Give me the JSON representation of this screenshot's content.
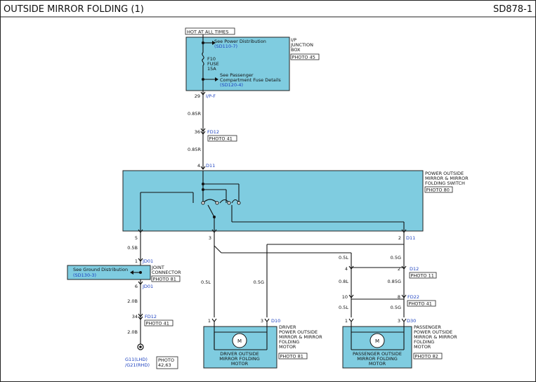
{
  "header": {
    "title": "OUTSIDE MIRROR FOLDING (1)",
    "code": "SD878-1"
  },
  "power": {
    "hot_label": "HOT AT ALL TIMES"
  },
  "junction_box": {
    "name_lines": [
      "I/P",
      "JUNCTION",
      "BOX"
    ],
    "photo": "PHOTO 45",
    "see_power": "See Power Distribution",
    "see_power_ref": "(SD110-7)",
    "fuse_lines": [
      "F10",
      "FUSE",
      "15A"
    ],
    "see_pass": "See Passenger",
    "see_pass2": "Compartment Fuse Details",
    "see_pass_ref": "(SD120-4)",
    "terminal_no": "29",
    "terminal_id": "I/P-F"
  },
  "wires": {
    "w_top1": "0.85R",
    "w_top2": "0.85R",
    "fd12_pin": "36",
    "fd12": "FD12",
    "fd12_photo": "PHOTO 41",
    "d11_pin": "4",
    "d11": "D11"
  },
  "switch": {
    "name_lines": [
      "POWER OUTSIDE",
      "MIRROR & MIRROR",
      "FOLDING SWITCH"
    ],
    "photo": "PHOTO 80",
    "pin_left": "5",
    "pin_mid": "3",
    "pin_right": "2",
    "pin_right_id": "D11"
  },
  "left_branch": {
    "w1": "0.5B",
    "jd01_top_pin": "1",
    "jd01_top": "JD01",
    "see_ground": "See Ground Distribution",
    "see_ground_ref": "(SD130-3)",
    "joint_lines": [
      "JOINT",
      "CONNECTOR"
    ],
    "joint_photo": "PHOTO 81",
    "jd01_bot_pin": "6",
    "jd01_bot": "JD01",
    "w2": "2.0B",
    "fd12_pin": "34",
    "fd12": "FD12",
    "fd12_photo": "PHOTO 41",
    "w3": "2.0B",
    "ground_lines": [
      "G11(LHD)",
      "/G21(RHD)"
    ],
    "ground_photo_lines": [
      "PHOTO",
      "42,63"
    ]
  },
  "driver": {
    "w_l": "0.5L",
    "w_r": "0.5G",
    "pin_l": "1",
    "pin_r": "3",
    "conn": "D10",
    "name_lines": [
      "DRIVER",
      "POWER OUTSIDE",
      "MIRROR & MIRROR",
      "FOLDING",
      "MOTOR"
    ],
    "photo": "PHOTO 81",
    "motor_lines": [
      "DRIVER OUTSIDE",
      "MIRROR FOLDING",
      "MOTOR"
    ],
    "motor_symbol": "M"
  },
  "passenger": {
    "w_a": "0.5L",
    "w_b": "0.5G",
    "d12_pin_l": "4",
    "d12_pin_r": "2",
    "d12": "D12",
    "d12_photo": "PHOTO 11",
    "w_c": "0.8L",
    "w_d": "0.85G",
    "fd22_pin_l": "10",
    "fd22_pin_r": "8",
    "fd22": "FD22",
    "fd22_photo": "PHOTO 41",
    "w_e": "0.5L",
    "w_f": "0.5G",
    "pin_l": "1",
    "pin_r": "3",
    "conn": "D30",
    "name_lines": [
      "PASSENGER",
      "POWER OUTSIDE",
      "MIRROR & MIRROR",
      "FOLDING",
      "MOTOR"
    ],
    "photo": "PHOTO 82",
    "motor_lines": [
      "PASSENGER OUTSIDE",
      "MIRROR FOLDING",
      "MOTOR"
    ],
    "motor_symbol": "M"
  }
}
